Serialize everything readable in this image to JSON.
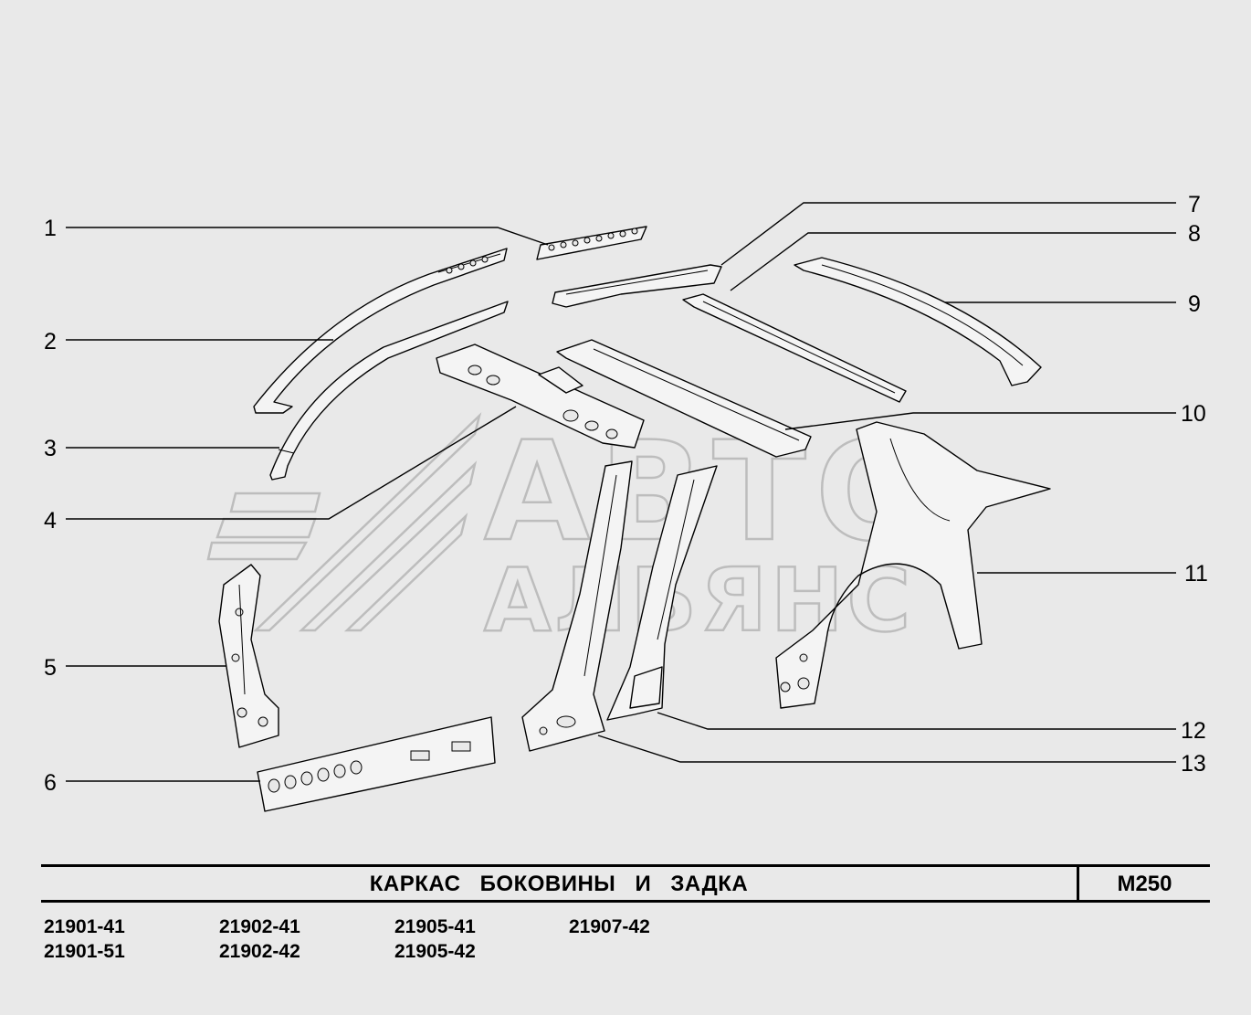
{
  "title": "КАРКАС БОКОВИНЫ И ЗАДКА",
  "page_code": "M250",
  "callouts": [
    "1",
    "2",
    "3",
    "4",
    "5",
    "6",
    "7",
    "8",
    "9",
    "10",
    "11",
    "12",
    "13"
  ],
  "models": [
    "21901-41",
    "21901-51",
    "21902-41",
    "21902-42",
    "21905-41",
    "21905-42",
    "21907-42"
  ],
  "watermark": {
    "line1": "АВТО",
    "line2": "АЛЬЯНС"
  },
  "colors": {
    "background": "#e9e9e9",
    "ink": "#000000",
    "watermark": "#bdbdbd"
  }
}
